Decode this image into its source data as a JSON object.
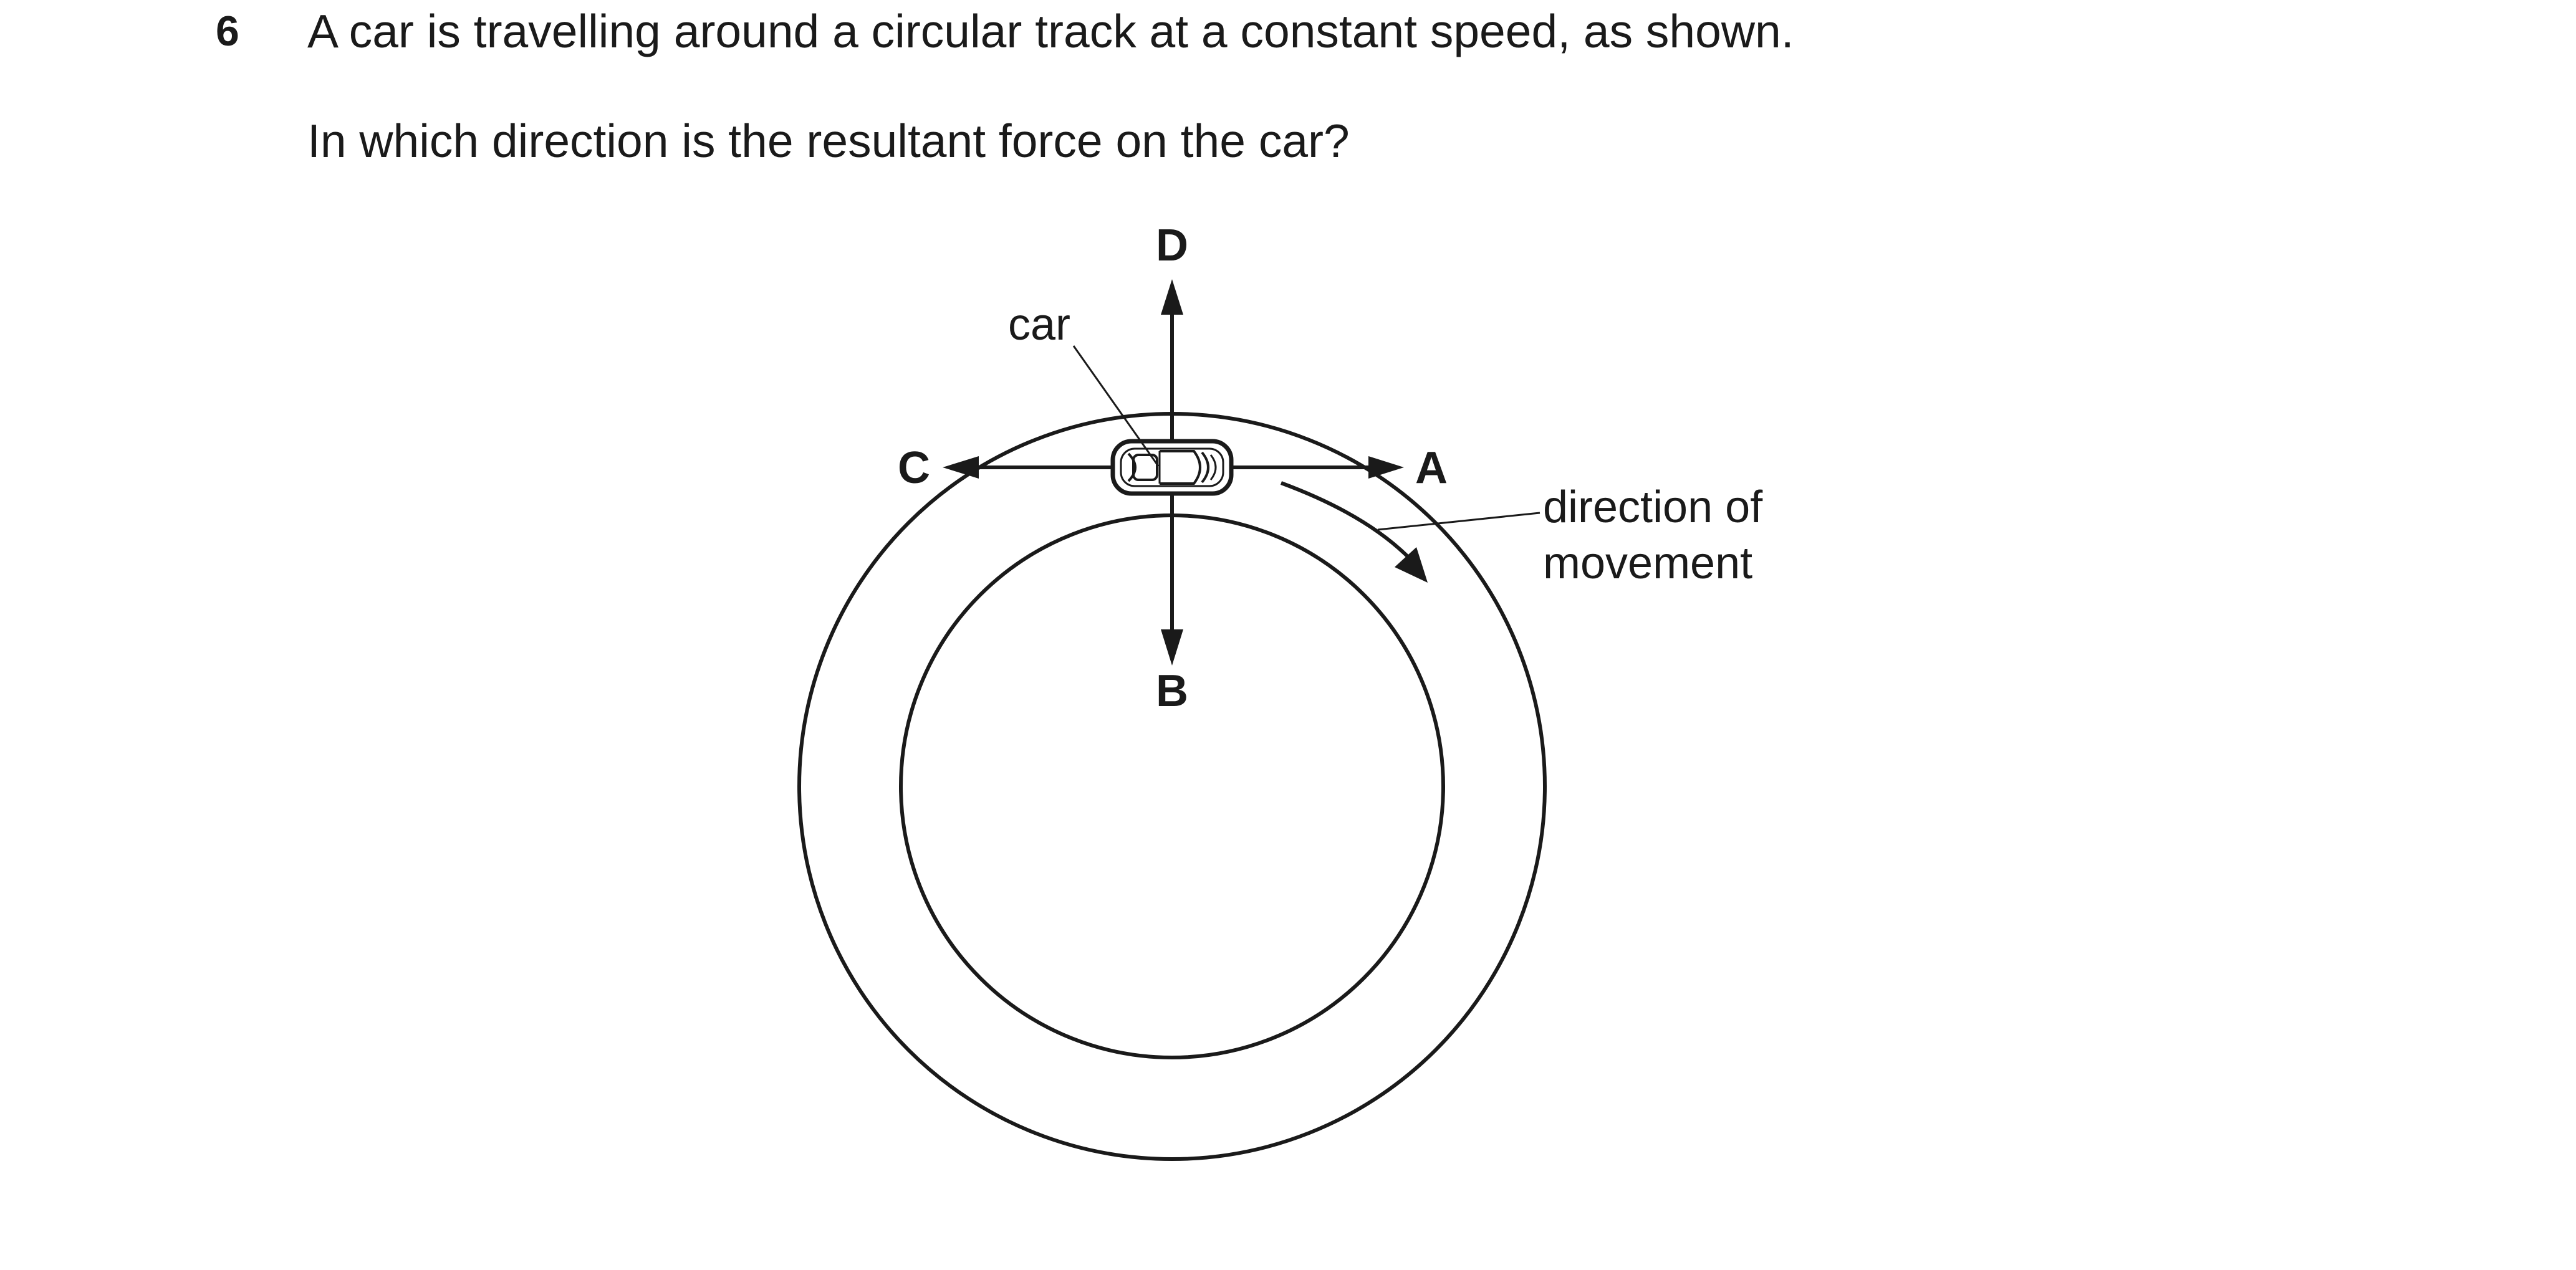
{
  "question": {
    "number": "6",
    "line1": "A car is travelling around a circular track at a constant speed, as shown.",
    "line2": "In which direction is the resultant force on the car?"
  },
  "diagram": {
    "labels": {
      "A": "A",
      "B": "B",
      "C": "C",
      "D": "D",
      "car": "car",
      "direction_line1": "direction of",
      "direction_line2": "movement"
    },
    "stroke_color": "#1a1a1a"
  }
}
